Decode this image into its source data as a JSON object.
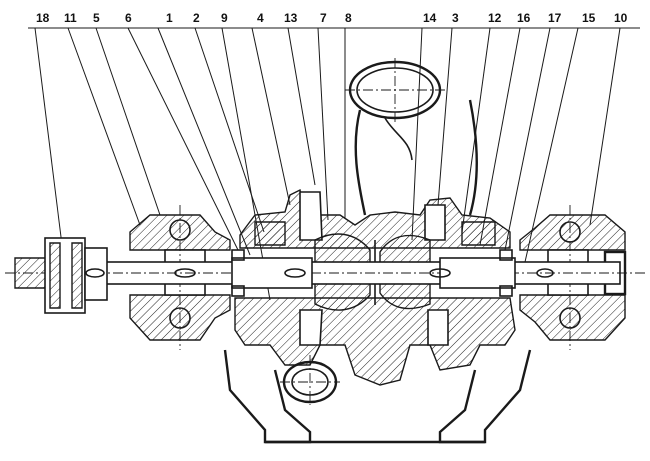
{
  "drawing": {
    "part_numbers": [
      "18",
      "11",
      "5",
      "6",
      "1",
      "2",
      "9",
      "4",
      "13",
      "7",
      "8",
      "14",
      "3",
      "12",
      "16",
      "17",
      "15",
      "10"
    ]
  }
}
